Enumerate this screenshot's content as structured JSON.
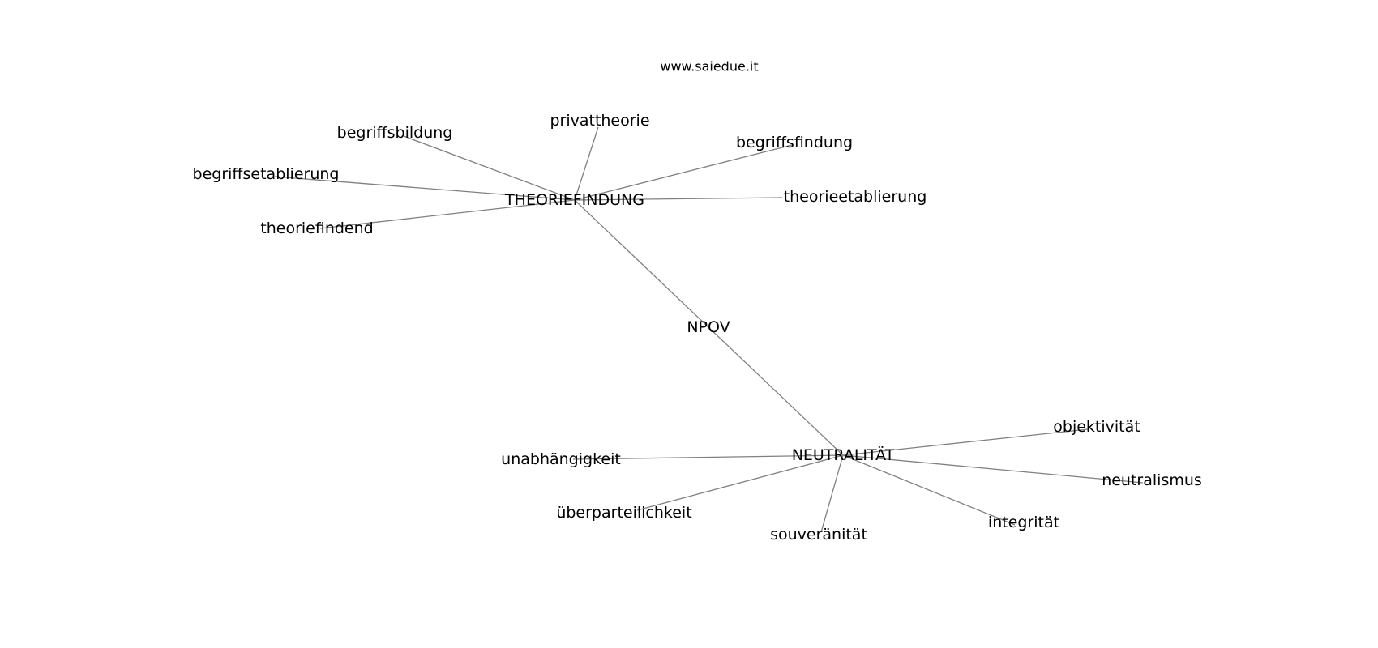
{
  "watermark": "www.saiedue.it",
  "nodes": {
    "npov": "NPOV",
    "theoriefindung": "THEORIEFINDUNG",
    "neutralitaet": "NEUTRALITÄT",
    "privattheorie": "privattheorie",
    "begriffsbildung": "begriffsbildung",
    "begriffsfindung": "begriffsfindung",
    "begriffsetablierung": "begriffsetablierung",
    "theorieetablierung": "theorieetablierung",
    "theoriefindend": "theoriefindend",
    "objektivitaet": "objektivität",
    "unabhaengigkeit": "unabhängigkeit",
    "neutralismus": "neutralismus",
    "ueberparteilichkeit": "überparteilichkeit",
    "integritaet": "integrität",
    "souveraenitaet": "souveränität"
  },
  "edges": [
    [
      "theoriefindung",
      "npov"
    ],
    [
      "npov",
      "neutralitaet"
    ],
    [
      "theoriefindung",
      "privattheorie"
    ],
    [
      "theoriefindung",
      "begriffsbildung"
    ],
    [
      "theoriefindung",
      "begriffsfindung"
    ],
    [
      "theoriefindung",
      "begriffsetablierung"
    ],
    [
      "theoriefindung",
      "theorieetablierung"
    ],
    [
      "theoriefindung",
      "theoriefindend"
    ],
    [
      "neutralitaet",
      "objektivitaet"
    ],
    [
      "neutralitaet",
      "unabhaengigkeit"
    ],
    [
      "neutralitaet",
      "neutralismus"
    ],
    [
      "neutralitaet",
      "ueberparteilichkeit"
    ],
    [
      "neutralitaet",
      "integritaet"
    ],
    [
      "neutralitaet",
      "souveraenitaet"
    ]
  ],
  "colors": {
    "edge": "#808080",
    "text": "#000000",
    "background": "#ffffff"
  }
}
